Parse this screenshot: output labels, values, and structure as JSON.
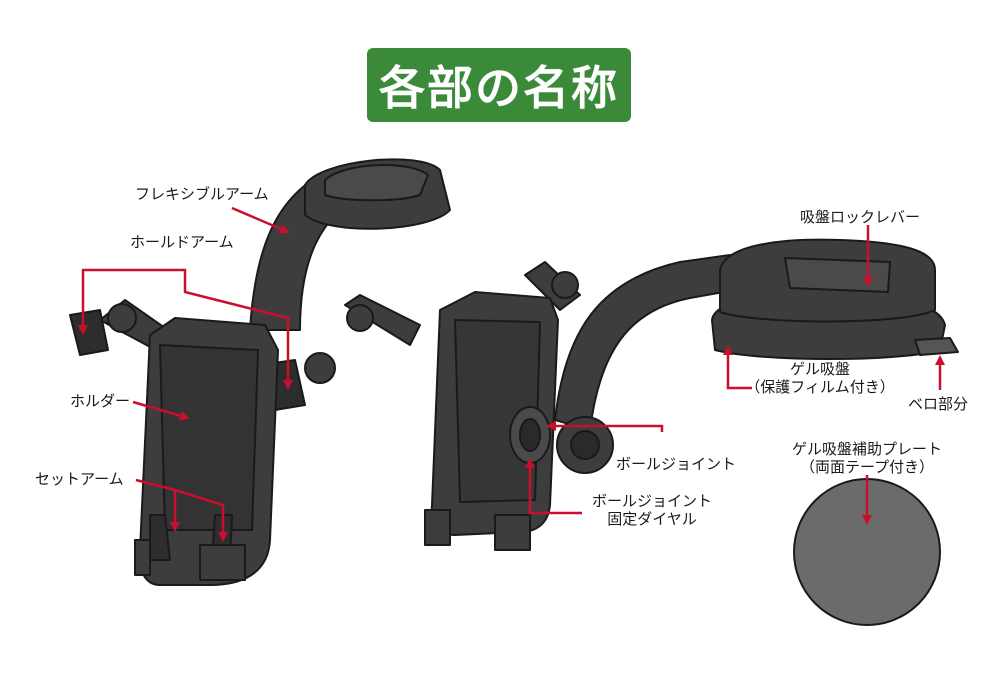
{
  "title": "各部の名称",
  "colors": {
    "title_bg": "#3a8a3a",
    "title_text": "#ffffff",
    "arrow": "#c8102e",
    "device_dark": "#3d3d3d",
    "device_outline": "#1a1a1a",
    "plate_fill": "#6b6b6b"
  },
  "labels": {
    "flexible_arm": "フレキシブルアーム",
    "hold_arm": "ホールドアーム",
    "holder": "ホルダー",
    "set_arm": "セットアーム",
    "suction_lock_lever": "吸盤ロックレバー",
    "gel_suction_line1": "ゲル吸盤",
    "gel_suction_line2": "（保護フィルム付き）",
    "bellows": "ベロ部分",
    "ball_joint": "ボールジョイント",
    "ball_joint_dial_line1": "ボールジョイント",
    "ball_joint_dial_line2": "固定ダイヤル",
    "plate_line1": "ゲル吸盤補助プレート",
    "plate_line2": "（両面テープ付き）"
  }
}
